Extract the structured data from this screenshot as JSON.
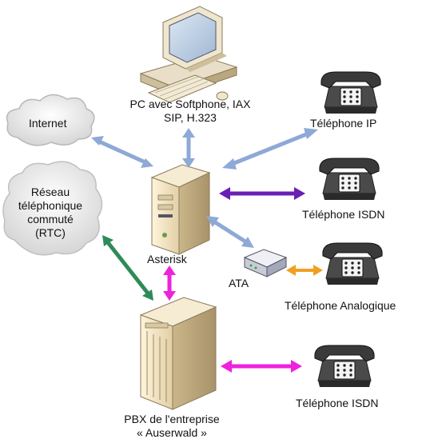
{
  "nodes": {
    "pc": {
      "line1": "PC avec Softphone, IAX",
      "line2": "SIP, H.323",
      "icon": "desktop-pc-icon"
    },
    "internet": {
      "label": "Internet",
      "icon": "cloud-icon"
    },
    "rtc": {
      "line1": "Réseau",
      "line2": "téléphonique",
      "line3": "commuté",
      "line4": "(RTC)",
      "icon": "cloud-icon"
    },
    "asterisk": {
      "label": "Asterisk",
      "icon": "server-icon"
    },
    "ata": {
      "label": "ATA",
      "icon": "ata-box-icon"
    },
    "pbx": {
      "line1": "PBX de l'entreprise",
      "line2": "« Auserwald »",
      "icon": "pbx-server-icon"
    },
    "phone_ip": {
      "label": "Téléphone IP",
      "icon": "telephone-icon"
    },
    "phone_isdn1": {
      "label": "Téléphone ISDN",
      "icon": "telephone-icon"
    },
    "phone_analog": {
      "label": "Téléphone Analogique",
      "icon": "telephone-icon"
    },
    "phone_isdn2": {
      "label": "Téléphone ISDN",
      "icon": "telephone-icon"
    }
  },
  "colors": {
    "blue_arrow": "#8ea9d6",
    "purple_arrow": "#6a1fb5",
    "magenta_arrow": "#ee22dd",
    "green_arrow": "#2e8b57",
    "orange_arrow": "#f0a020"
  }
}
